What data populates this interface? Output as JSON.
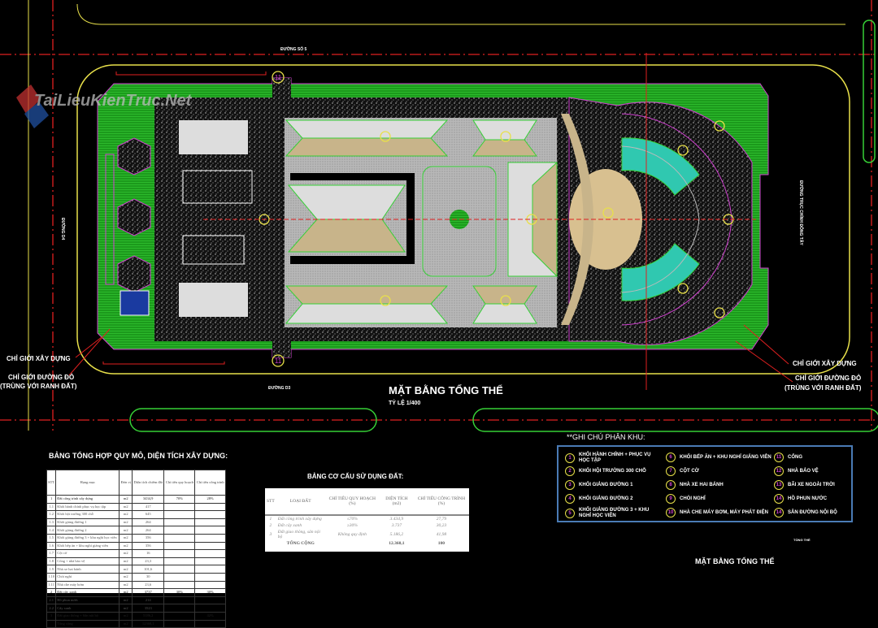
{
  "watermark": "TaiLieuKienTruc.Net",
  "drawing": {
    "title": "MẶT BẰNG TỔNG THỂ",
    "scale": "TỶ LỆ 1/400",
    "roads": {
      "top": "ĐƯỜNG SỐ 5",
      "bottom": "ĐƯỜNG D3",
      "left": "ĐƯỜNG D4",
      "right": "ĐƯỜNG TRỤC CHÍNH ĐÔNG TÂY"
    },
    "annotations": {
      "build_line": "CHỈ GIỚI XÂY DỰNG",
      "red_line": "CHỈ GIỚI ĐƯỜNG ĐỎ",
      "red_line_note": "(TRÙNG VỚI RANH ĐẤT)"
    },
    "gate_marker": "11",
    "colors": {
      "site_green": "#1fa31f",
      "boundary_yellow": "#e8e04a",
      "axis_red": "#e02020",
      "roof_beige": "#c8b48a",
      "roof_gray": "#c8c8c8"
    }
  },
  "summary_table": {
    "title": "BẢNG TỔNG HỢP QUY MÔ, DIỆN TÍCH XÂY DỰNG:",
    "headers": [
      "STT",
      "Hạng mục",
      "Đơn vị",
      "Diện tích chiếm đất",
      "Chỉ tiêu quy hoạch",
      "Chỉ tiêu công trình"
    ],
    "rows": [
      [
        "1",
        "Đất công trình xây dựng",
        "m2",
        "3434,9",
        "70%",
        "28%"
      ],
      [
        "1.1",
        "Khối hành chính phục vụ học tập",
        "m2",
        "417",
        "",
        ""
      ],
      [
        "1.2",
        "Khối hội trường 300 chỗ",
        "m2",
        "645",
        "",
        ""
      ],
      [
        "1.3",
        "Khối giảng đường 1",
        "m2",
        "264",
        "",
        ""
      ],
      [
        "1.4",
        "Khối giảng đường 2",
        "m2",
        "264",
        "",
        ""
      ],
      [
        "1.5",
        "Khối giảng đường 3 + khu nghỉ học viên",
        "m2",
        "356",
        "",
        ""
      ],
      [
        "1.6",
        "Khối bếp ăn + khu nghỉ giảng viên",
        "m2",
        "356",
        "",
        ""
      ],
      [
        "1.7",
        "Cột cờ",
        "m2",
        "16",
        "",
        ""
      ],
      [
        "1.8",
        "Cổng + nhà bảo vệ",
        "m2",
        "23,3",
        "",
        ""
      ],
      [
        "1.9",
        "Nhà xe hai bánh",
        "m2",
        "101,6",
        "",
        ""
      ],
      [
        "1.10",
        "Chòi nghỉ",
        "m2",
        "30",
        "",
        ""
      ],
      [
        "1.11",
        "Nhà che máy bơm",
        "m2",
        "23,6",
        "",
        ""
      ],
      [
        "2",
        "Đất cây xanh",
        "m2",
        "3737",
        "30%",
        "30%"
      ],
      [
        "2.1",
        "Hồ phun nước",
        "m2",
        "214",
        "",
        ""
      ],
      [
        "2.2",
        "Cây xanh",
        "m2",
        "3523",
        "",
        ""
      ],
      [
        "3",
        "Đất giao thông + Sân nội bộ",
        "m2",
        "5186,2",
        "",
        "42%"
      ],
      [
        "",
        "Tổng cộng",
        "m2",
        "12360,1",
        "",
        ""
      ]
    ]
  },
  "land_table": {
    "title": "BẢNG CƠ CẤU SỬ DỤNG ĐẤT:",
    "headers": [
      "STT",
      "LOẠI ĐẤT",
      "CHỈ TIÊU QUY HOẠCH (%)",
      "DIỆN TÍCH (m2)",
      "CHỈ TIÊU CÔNG TRÌNH (%)"
    ],
    "rows": [
      [
        "1",
        "Đất công trình xây dựng",
        "≤70%",
        "3.434,9",
        "27,79"
      ],
      [
        "2",
        "Đất cây xanh",
        "≥30%",
        "3.737",
        "30,23"
      ],
      [
        "3",
        "Đất giao thông, sân nội bộ",
        "Không quy định",
        "5.186,2",
        "41,98"
      ]
    ],
    "total_label": "TỔNG CỘNG",
    "total_area": "12.360,1",
    "total_percent": "100"
  },
  "legend": {
    "title": "**GHI CHÚ PHÂN KHU:",
    "items": [
      {
        "num": "1",
        "label": "KHỐI HÀNH CHÍNH + PHỤC VỤ HỌC TẬP"
      },
      {
        "num": "2",
        "label": "KHỐI HỘI TRƯỜNG 300 CHỖ"
      },
      {
        "num": "3",
        "label": "KHỐI GIẢNG ĐƯỜNG 1"
      },
      {
        "num": "4",
        "label": "KHỐI GIẢNG ĐƯỜNG 2"
      },
      {
        "num": "5",
        "label": "KHỐI GIẢNG ĐƯỜNG 3 + KHU NGHỈ HỌC VIÊN"
      },
      {
        "num": "6",
        "label": "KHỐI BẾP ĂN + KHU NGHỈ GIẢNG VIÊN"
      },
      {
        "num": "7",
        "label": "CỘT CỜ"
      },
      {
        "num": "8",
        "label": "NHÀ XE HAI BÁNH"
      },
      {
        "num": "9",
        "label": "CHÒI NGHỈ"
      },
      {
        "num": "10",
        "label": "NHÀ CHE MÁY BƠM, MÁY PHÁT ĐIỆN"
      },
      {
        "num": "11",
        "label": "CỔNG"
      },
      {
        "num": "12",
        "label": "NHÀ BẢO VỆ"
      },
      {
        "num": "13",
        "label": "BÃI XE NGOÀI TRỜI"
      },
      {
        "num": "14",
        "label": "HỒ PHUN NƯỚC"
      },
      {
        "num": "14",
        "label": "SÂN ĐƯỜNG NỘI BỘ"
      }
    ]
  },
  "sheet": {
    "small_label": "TỔNG THỂ",
    "bottom_title": "MẶT BẰNG TỔNG THỂ"
  }
}
